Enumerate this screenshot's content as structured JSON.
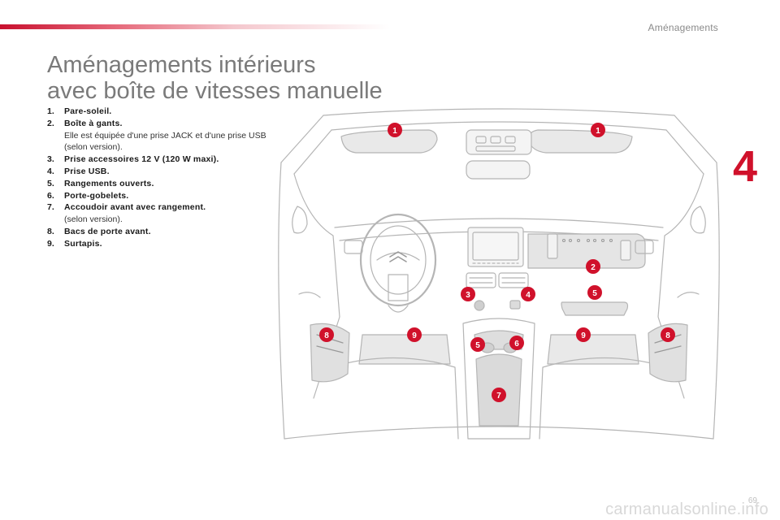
{
  "header": {
    "section_name": "Aménagements",
    "chapter_number": "4"
  },
  "title": {
    "line1": "Aménagements intérieurs",
    "line2": "avec boîte de vitesses manuelle"
  },
  "legend": [
    {
      "num": "1.",
      "label": "Pare-soleil.",
      "desc": ""
    },
    {
      "num": "2.",
      "label": "Boîte à gants.",
      "desc": "Elle est équipée d'une prise JACK et d'une prise USB (selon version)."
    },
    {
      "num": "3.",
      "label": "Prise accessoires 12 V (120 W maxi).",
      "desc": ""
    },
    {
      "num": "4.",
      "label": "Prise USB.",
      "desc": ""
    },
    {
      "num": "5.",
      "label": "Rangements ouverts.",
      "desc": ""
    },
    {
      "num": "6.",
      "label": "Porte-gobelets.",
      "desc": ""
    },
    {
      "num": "7.",
      "label": "Accoudoir avant avec rangement.",
      "desc": "(selon version)."
    },
    {
      "num": "8.",
      "label": "Bacs de porte avant.",
      "desc": ""
    },
    {
      "num": "9.",
      "label": "Surtapis.",
      "desc": ""
    }
  ],
  "markers": [
    "1",
    "1",
    "2",
    "3",
    "4",
    "5",
    "5",
    "6",
    "7",
    "8",
    "8",
    "9",
    "9"
  ],
  "footer": {
    "page_number": "69",
    "watermark": "carmanualsonline.info"
  },
  "colors": {
    "accent_red": "#d0112b",
    "title_gray": "#7a7a7a",
    "line_gray": "#b5b5b5"
  }
}
